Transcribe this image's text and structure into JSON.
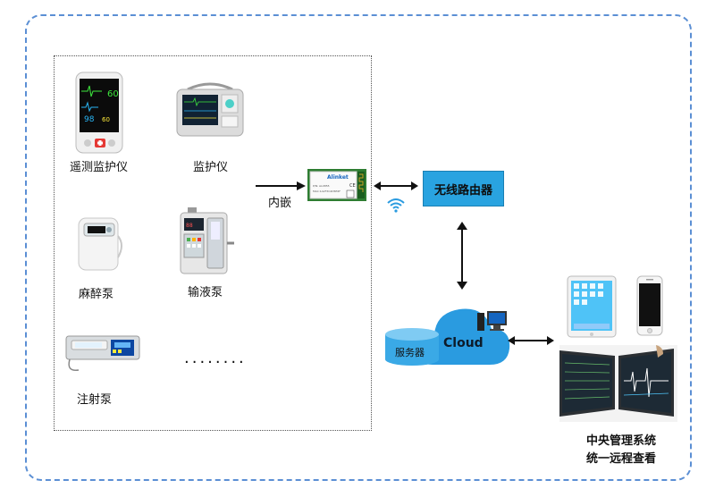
{
  "devices": {
    "telemetry_monitor": "遥测监护仪",
    "monitor": "监护仪",
    "anesthesia_pump": "麻醉泵",
    "infusion_pump": "输液泵",
    "syringe_pump": "注射泵",
    "more": "........"
  },
  "embed_label": "内嵌",
  "module": {
    "brand": "Alinket",
    "ce_mark": "CE",
    "line1": "P/N: ALX855",
    "line2": "MAC:1A2F3C4D5E6F"
  },
  "router_label": "无线路由器",
  "cloud_label": "Cloud",
  "server_label": "服务器",
  "center": {
    "line1": "中央管理系统",
    "line2": "统一远程查看"
  },
  "screens": {
    "pm_hr": "60",
    "pm_spo2": "98",
    "pm_pr": "60"
  },
  "colors": {
    "frame": "#5b8fd4",
    "router": "#29a3e0",
    "cloud": "#2a9be0",
    "wifi": "#2a9be0",
    "module_pcb": "#2e7d32"
  }
}
